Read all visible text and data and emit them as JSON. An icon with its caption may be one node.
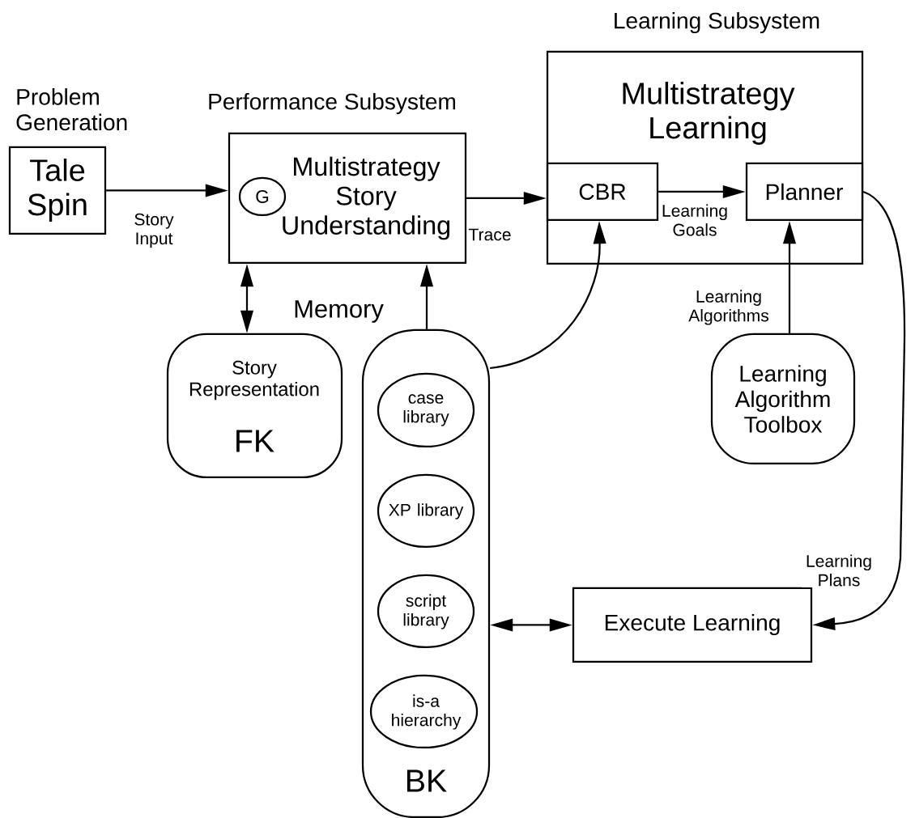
{
  "diagram": {
    "nodes": [
      {
        "text": [
          "Problem Generation",
          "Tale Spin"
        ]
      },
      {
        "text": [
          "Performance Subsystem",
          "Multistrategy Story Understanding"
        ]
      },
      {
        "text": [
          "G"
        ],
        "in": 1
      },
      {
        "text": [
          "Learning Subsystem",
          "Multistrategy Learning"
        ]
      },
      {
        "text": [
          "CBR"
        ],
        "in": 3
      },
      {
        "text": [
          "Planner"
        ],
        "in": 3
      },
      {
        "text": [
          "Story Representation",
          "FK"
        ]
      },
      {
        "text": [
          "Memory",
          "BK"
        ]
      },
      {
        "text": [
          "case library"
        ],
        "in": 7
      },
      {
        "text": [
          "XP library"
        ],
        "in": 7
      },
      {
        "text": [
          "script library"
        ],
        "in": 7
      },
      {
        "text": [
          "is-a hierarchy"
        ],
        "in": 7
      },
      {
        "text": [
          "Learning Algorithm Toolbox"
        ]
      },
      {
        "text": [
          "Execute Learning"
        ]
      }
    ],
    "edges": [
      {
        "from": 0,
        "to": 1,
        "arrow": "to",
        "label": "Story Input"
      },
      {
        "from": 1,
        "to": 3,
        "arrow": "to",
        "label": "Trace"
      },
      {
        "from": 4,
        "to": 5,
        "arrow": "to",
        "label": "Learning Goals"
      },
      {
        "from": 1,
        "to": 6,
        "arrow": "both"
      },
      {
        "from": 7,
        "to": 1,
        "arrow": "to"
      },
      {
        "from": 7,
        "to": 4,
        "arrow": "to"
      },
      {
        "from": 12,
        "to": 5,
        "arrow": "to",
        "label": "Learning Algorithms"
      },
      {
        "from": 5,
        "to": 13,
        "arrow": "to",
        "label": "Learning Plans"
      },
      {
        "from": 7,
        "to": 13,
        "arrow": "both"
      }
    ]
  }
}
